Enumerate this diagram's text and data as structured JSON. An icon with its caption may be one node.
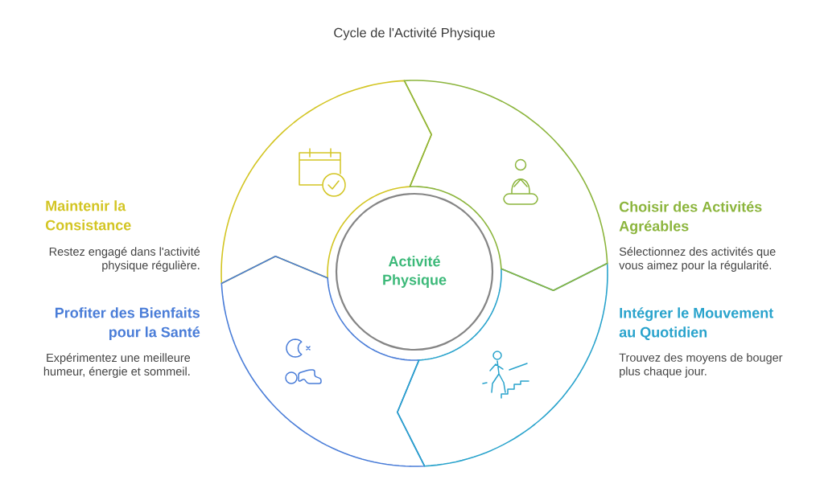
{
  "diagram": {
    "title": "Cycle de l'Activité Physique",
    "nodes": [
      {
        "text": [
          "Maintenir la Consistance",
          "Restez engagé dans l'activité physique régulière."
        ]
      },
      {
        "text": [
          "Choisir des Activités Agréables",
          "Sélectionnez des activités que vous aimez pour la régularité."
        ]
      },
      {
        "text": [
          "Activité Physique"
        ]
      },
      {
        "text": [
          "Profiter des Bienfaits pour la Santé",
          "Expérimentez une meilleure humeur, énergie et sommeil."
        ]
      },
      {
        "text": [
          "Intégrer le Mouvement au Quotidien",
          "Trouvez des moyens de bouger plus chaque jour."
        ]
      }
    ]
  }
}
